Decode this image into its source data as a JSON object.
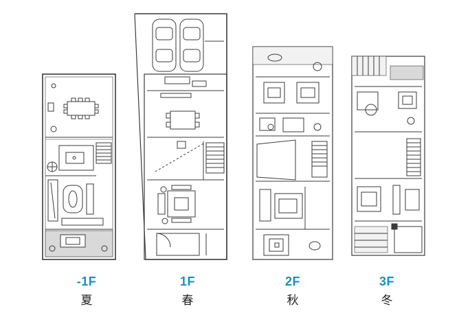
{
  "colors": {
    "line": "#3a3a3a",
    "accent": "#1a8fbf",
    "season_text": "#222222",
    "hatch_fill": "#d9d9d9"
  },
  "floors": [
    {
      "label": "-1F",
      "season": "夏"
    },
    {
      "label": "1F",
      "season": "春"
    },
    {
      "label": "2F",
      "season": "秋"
    },
    {
      "label": "3F",
      "season": "冬"
    }
  ]
}
